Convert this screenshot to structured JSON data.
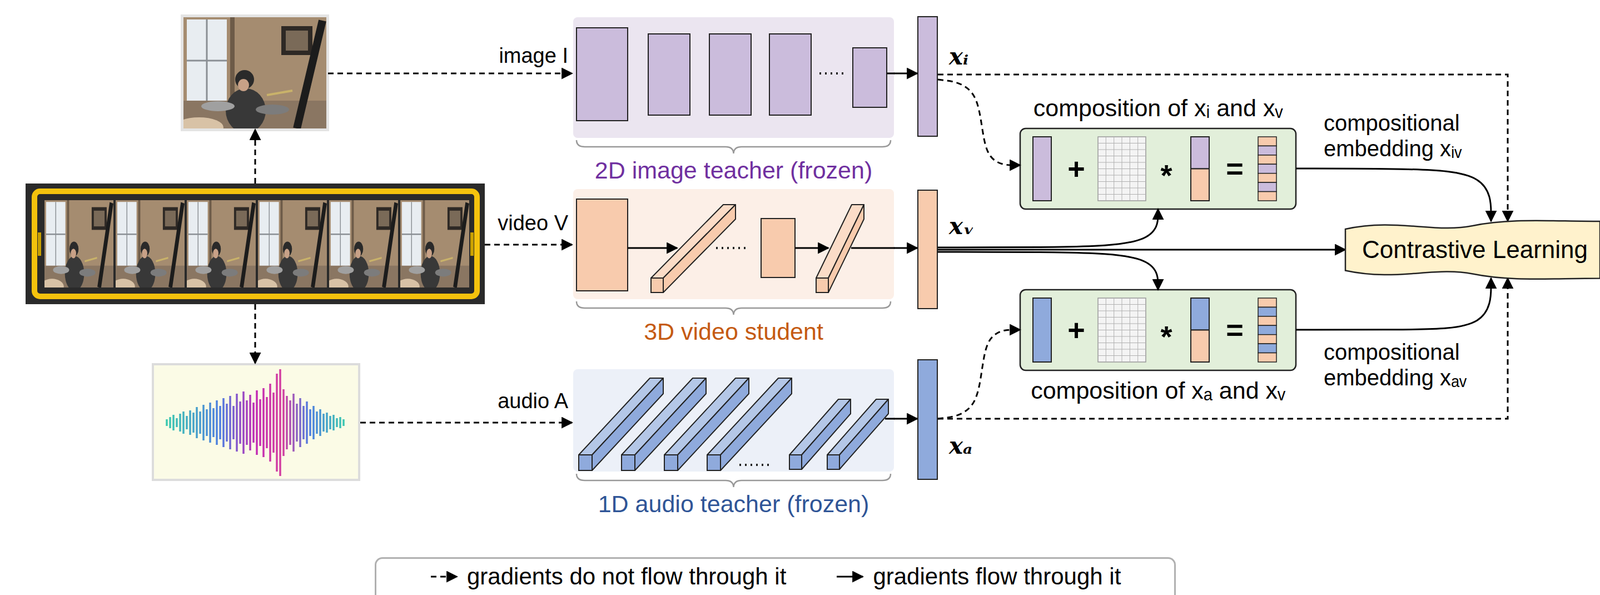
{
  "diagram": {
    "nodes": [
      {
        "text": [
          "2D image teacher (frozen)"
        ]
      },
      {
        "text": [
          "3D video student"
        ]
      },
      {
        "text": [
          "1D audio teacher (frozen)"
        ]
      },
      {
        "text": [
          "xᵢ"
        ]
      },
      {
        "text": [
          "xᵥ"
        ]
      },
      {
        "text": [
          "xₐ"
        ]
      },
      {
        "text": [
          "composition of xᵢ and xᵥ",
          "+",
          "*",
          "="
        ]
      },
      {
        "text": [
          "composition of xₐ and xᵥ",
          "+",
          "*",
          "="
        ]
      },
      {
        "text": [
          "Contrastive Learning"
        ]
      }
    ],
    "edges": [
      {
        "from": 0,
        "to": 3,
        "arrow": "to"
      },
      {
        "from": 1,
        "to": 4,
        "arrow": "to"
      },
      {
        "from": 2,
        "to": 5,
        "arrow": "to"
      },
      {
        "from": 3,
        "to": 6,
        "arrow": "to"
      },
      {
        "from": 4,
        "to": 6,
        "arrow": "to"
      },
      {
        "from": 4,
        "to": 8,
        "arrow": "to"
      },
      {
        "from": 4,
        "to": 7,
        "arrow": "to"
      },
      {
        "from": 5,
        "to": 7,
        "arrow": "to"
      },
      {
        "from": 6,
        "to": 8,
        "label": "compositional embedding xᵢᵥ",
        "arrow": "to"
      },
      {
        "from": 7,
        "to": 8,
        "label": "compositional embedding xₐᵥ",
        "arrow": "to"
      },
      {
        "from": 3,
        "to": 8,
        "arrow": "to"
      },
      {
        "from": 5,
        "to": 8,
        "arrow": "to"
      }
    ],
    "labels": [
      "image I",
      "video V",
      "audio A"
    ],
    "legend": [
      {
        "text": "gradients do not flow through it"
      },
      {
        "text": "gradients flow through it"
      }
    ]
  }
}
